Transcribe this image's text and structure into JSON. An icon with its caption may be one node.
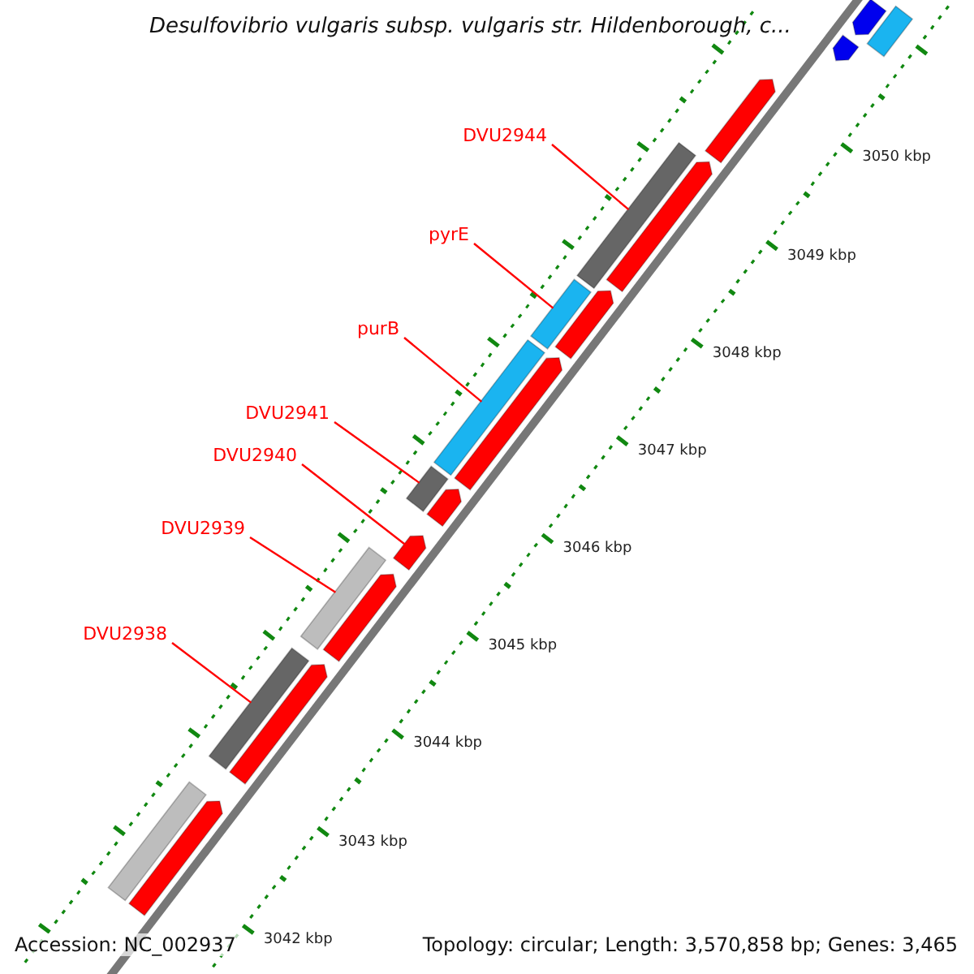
{
  "diagram": {
    "title": "Desulfovibrio vulgaris subsp. vulgaris str. Hildenborough, c...",
    "nodes": [
      {
        "text": [
          "DVU2944"
        ]
      },
      {
        "text": [
          "pyrE"
        ]
      },
      {
        "text": [
          "purB"
        ]
      },
      {
        "text": [
          "DVU2941"
        ]
      },
      {
        "text": [
          "DVU2940"
        ]
      },
      {
        "text": [
          "DVU2939"
        ]
      },
      {
        "text": [
          "DVU2938"
        ]
      },
      {
        "text": [],
        "shape": "bar"
      },
      {
        "text": [],
        "shape": "bar"
      },
      {
        "text": [],
        "shape": "bar"
      },
      {
        "text": [],
        "shape": "bar"
      },
      {
        "text": [],
        "shape": "bar"
      },
      {
        "text": [],
        "shape": "bar"
      },
      {
        "text": [],
        "shape": "bar"
      },
      {
        "text": [],
        "shape": "bar"
      },
      {
        "text": [],
        "shape": "bar"
      },
      {
        "text": [],
        "shape": "bar"
      },
      {
        "text": [],
        "shape": "bar"
      },
      {
        "text": [],
        "shape": "bar"
      },
      {
        "text": [],
        "shape": "bar"
      },
      {
        "text": [],
        "shape": "bar"
      },
      {
        "text": [],
        "shape": "bar"
      },
      {
        "text": [],
        "shape": "bar"
      },
      {
        "text": [],
        "shape": "bar"
      },
      {
        "text": [],
        "shape": "bar"
      },
      {
        "text": [],
        "shape": "bar"
      }
    ],
    "edges": [
      {
        "from": 0,
        "to": 11,
        "arrow": "none"
      },
      {
        "from": 1,
        "to": 13,
        "arrow": "none"
      },
      {
        "from": 2,
        "to": 15,
        "arrow": "none"
      },
      {
        "from": 3,
        "to": 17,
        "arrow": "none"
      },
      {
        "from": 4,
        "to": 19,
        "arrow": "none"
      },
      {
        "from": 5,
        "to": 20,
        "arrow": "none"
      },
      {
        "from": 6,
        "to": 22,
        "arrow": "none"
      }
    ],
    "labels": [
      "3050 kbp",
      "3049 kbp",
      "3048 kbp",
      "3047 kbp",
      "3046 kbp",
      "3045 kbp",
      "3044 kbp",
      "3043 kbp",
      "3042 kbp",
      "Accession: NC_002937",
      "Topology: circular; Length: 3,570,858 bp; Genes: 3,465"
    ]
  }
}
